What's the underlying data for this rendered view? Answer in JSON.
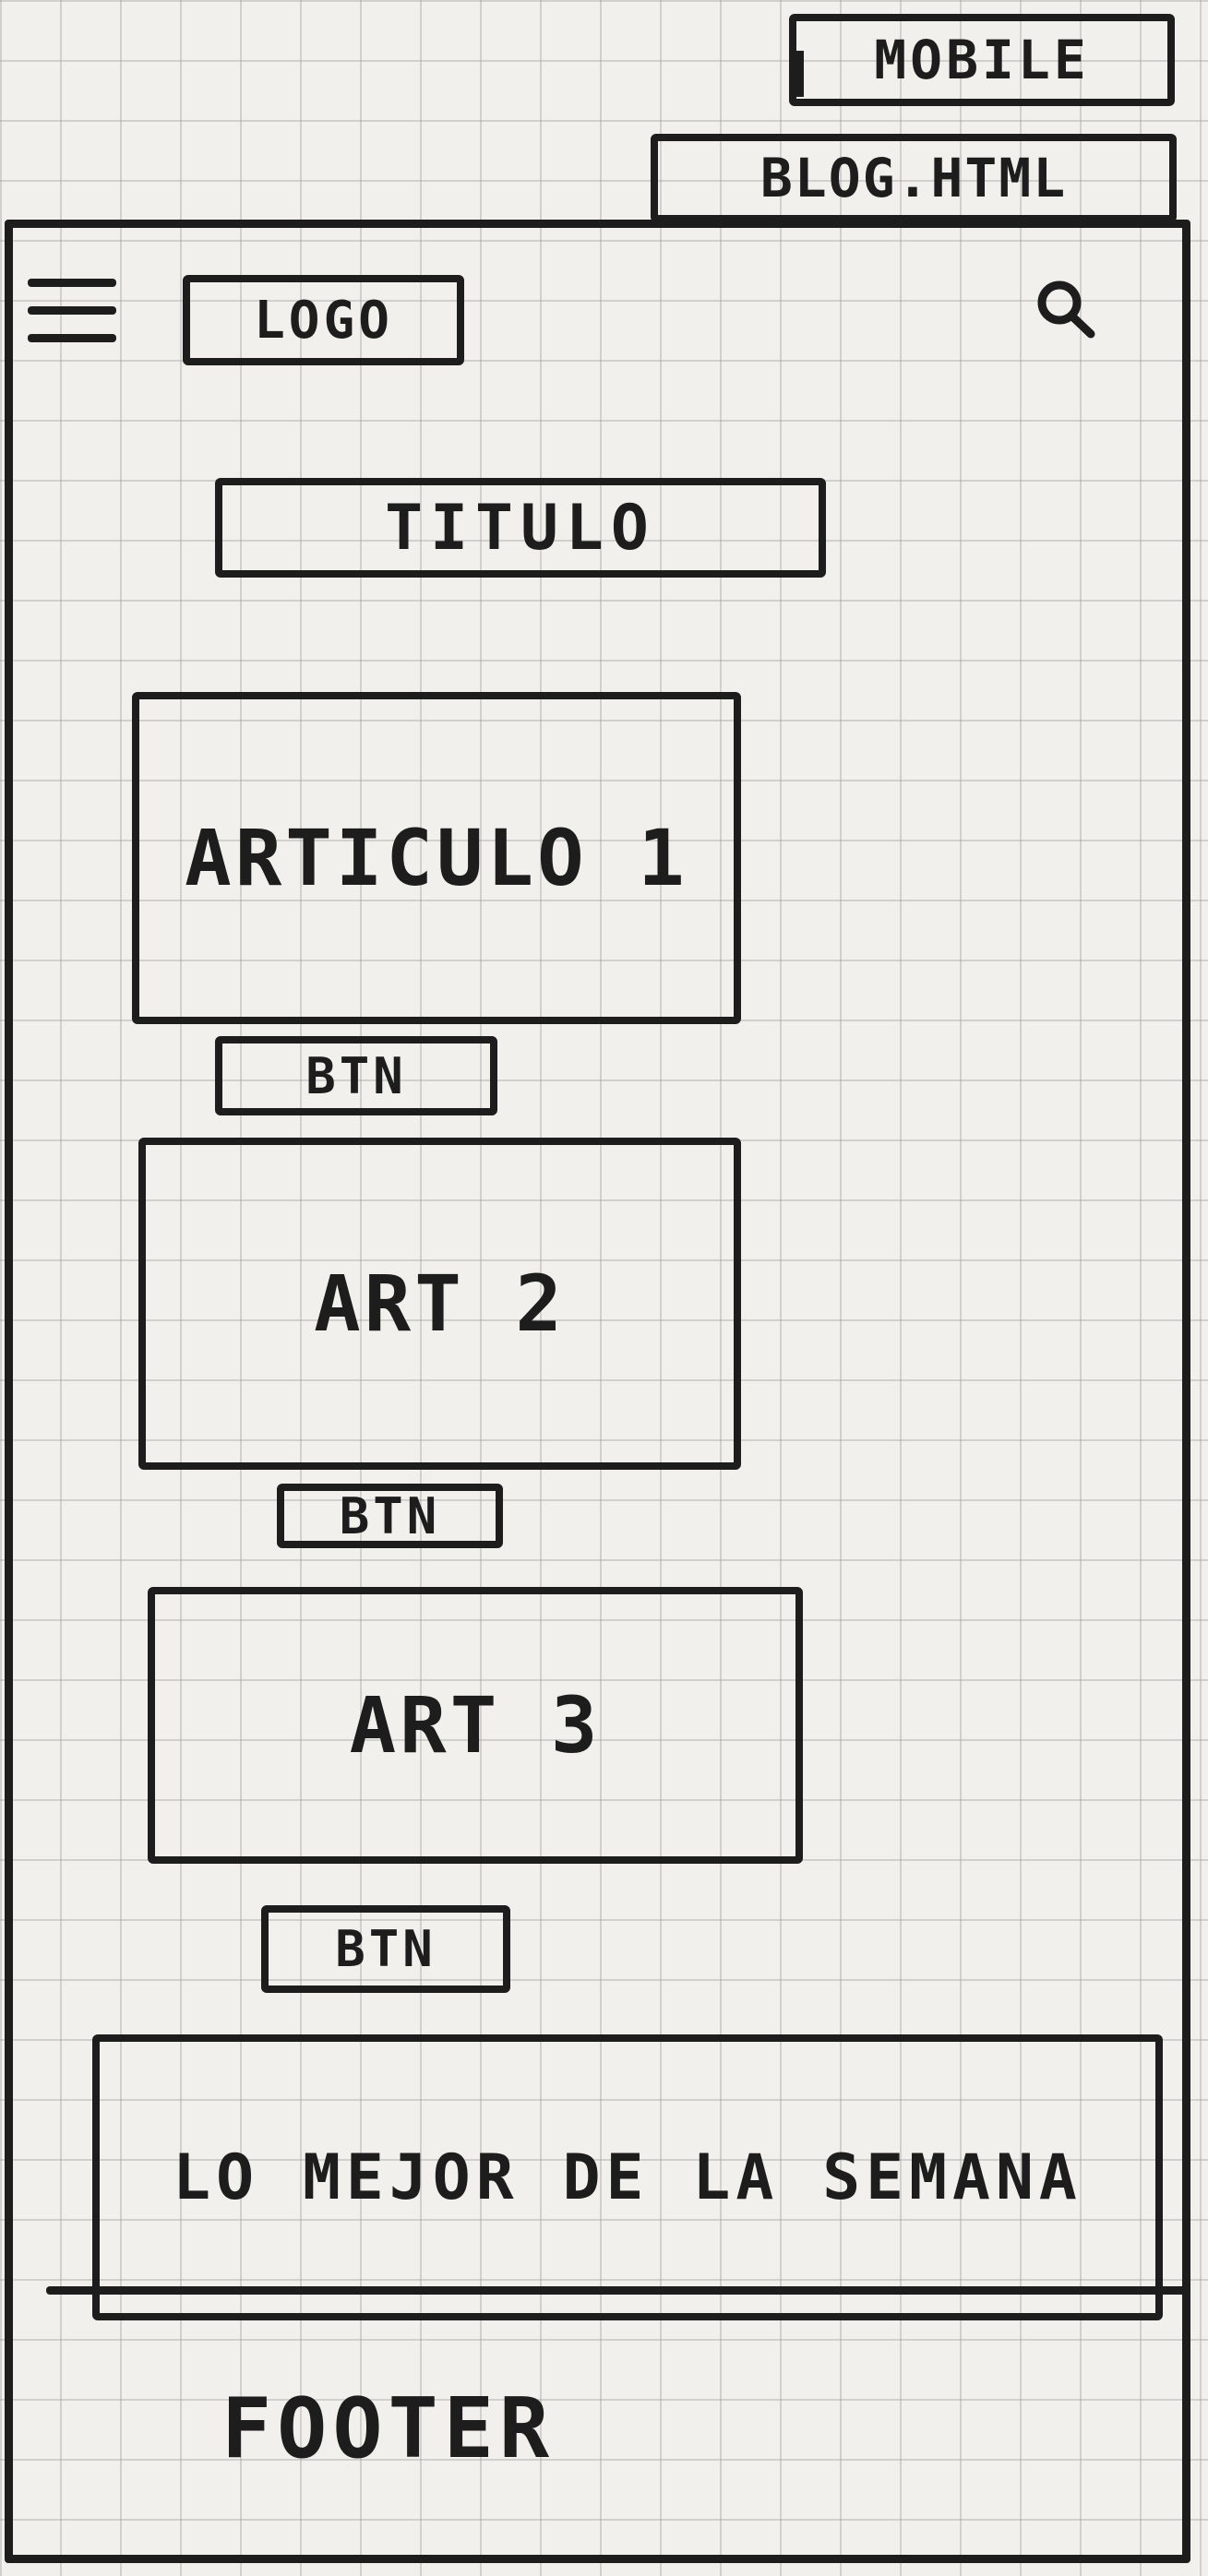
{
  "sketch": {
    "device_tag": "MOBILE",
    "file_tag": "BLOG.HTML"
  },
  "header": {
    "logo_label": "LOGO",
    "menu_icon": "hamburger-menu-icon",
    "search_icon": "search-icon"
  },
  "main": {
    "title": "TITULO",
    "articles": [
      {
        "label": "ARTICULO 1",
        "button_label": "BTN"
      },
      {
        "label": "ART 2",
        "button_label": "BTN"
      },
      {
        "label": "ART 3",
        "button_label": "BTN"
      }
    ],
    "featured": "LO MEJOR DE LA SEMANA"
  },
  "footer": {
    "label": "FOOTER"
  },
  "colors": {
    "ink": "#1d1d1d",
    "paper": "#f1f0ec",
    "grid": "#969696"
  }
}
